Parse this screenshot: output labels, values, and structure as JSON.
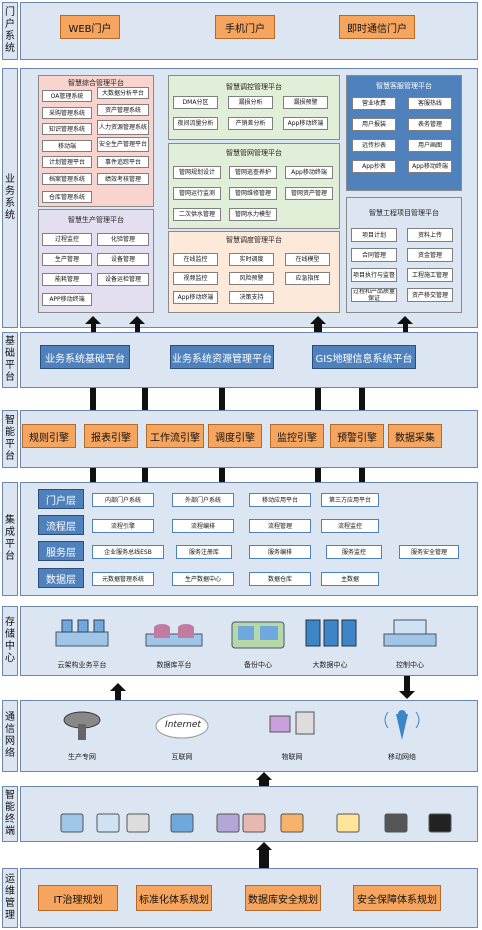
{
  "layers": {
    "portal": "门户系统",
    "business": "业务系统",
    "base": "基础平台",
    "smart": "智能平台",
    "integration": "集成平台",
    "storage": "存储中心",
    "network": "通信网络",
    "terminal": "智能终端",
    "ops": "运维管理"
  },
  "portal": [
    "WEB门户",
    "手机门户",
    "即时通信门户"
  ],
  "business": {
    "comprehensive": {
      "title": "智慧综合管理平台",
      "left": [
        "OA管理系统",
        "采购管理系统",
        "知识管理系统",
        "移动端",
        "计划管理平台",
        "档案管理系统",
        "仓库管理系统"
      ],
      "right": [
        "大数据分析平台",
        "资产管理系统",
        "人力资源管理系统",
        "安全生产管理平台",
        "事件追踪平台",
        "绩效考核管理"
      ]
    },
    "production": {
      "title": "智慧生产管理平台",
      "left": [
        "过程监控",
        "生产管理",
        "能耗管理",
        "APP移动终端"
      ],
      "right": [
        "化验管理",
        "设备管理",
        "设备运检管理"
      ]
    },
    "dispatch_ctrl": {
      "title": "智慧调控管理平台",
      "items": [
        "DMA分区",
        "漏损分析",
        "漏损预警",
        "夜间流量分析",
        "产销差分析",
        "App移动终端"
      ]
    },
    "network": {
      "title": "智慧管网管理平台",
      "items": [
        "管网规划设计",
        "管网巡查养护",
        "App移动终端",
        "管网运行监测",
        "管网维修管理",
        "管网资产管理",
        "二次供水管理",
        "管网水力模型"
      ]
    },
    "scheduling": {
      "title": "智慧调度管理平台",
      "items": [
        "在线监控",
        "实时调度",
        "在线模型",
        "视频监控",
        "风险预警",
        "应急指挥",
        "App移动终端",
        "决策支持"
      ]
    },
    "customer": {
      "title": "智慧客服管理平台",
      "items": [
        "营业收费",
        "客服热线",
        "用户报装",
        "表务管理",
        "远传抄表",
        "用户画图",
        "App抄表",
        "App移动终端"
      ]
    },
    "engineering": {
      "title": "智慧工程项目管理平台",
      "items": [
        "项目计划",
        "资料上传",
        "合同管理",
        "资金管理",
        "项目执行与监督",
        "工程施工管理",
        "过程和产品质量保证",
        "资产移交管理"
      ]
    }
  },
  "base": [
    "业务系统基础平台",
    "业务系统资源管理平台",
    "GIS地理信息系统平台"
  ],
  "smart": [
    "规则引擎",
    "报表引擎",
    "工作流引擎",
    "调度引擎",
    "监控引擎",
    "预警引擎",
    "数据采集"
  ],
  "integration": [
    {
      "name": "门户层",
      "items": [
        "内部门户系统",
        "外部门户系统",
        "移动应用平台",
        "第三方应用平台"
      ]
    },
    {
      "name": "流程层",
      "items": [
        "流程引擎",
        "流程编排",
        "流程管理",
        "流程监控"
      ]
    },
    {
      "name": "服务层",
      "items": [
        "企业服务总线ESB",
        "服务注册库",
        "服务编排",
        "服务监控",
        "服务安全管理"
      ]
    },
    {
      "name": "数据层",
      "items": [
        "元数据管理系统",
        "生产数据中心",
        "数据仓库",
        "主数据"
      ]
    }
  ],
  "storage": [
    "云架构业务平台",
    "数据库平台",
    "备份中心",
    "大数据中心",
    "控制中心"
  ],
  "network": [
    "生产专网",
    "互联网",
    "物联网",
    "移动网络"
  ],
  "network_internet_text": "Internet",
  "ops": [
    "IT治理规划",
    "标准化体系规划",
    "数据库安全规划",
    "安全保障体系规划"
  ]
}
